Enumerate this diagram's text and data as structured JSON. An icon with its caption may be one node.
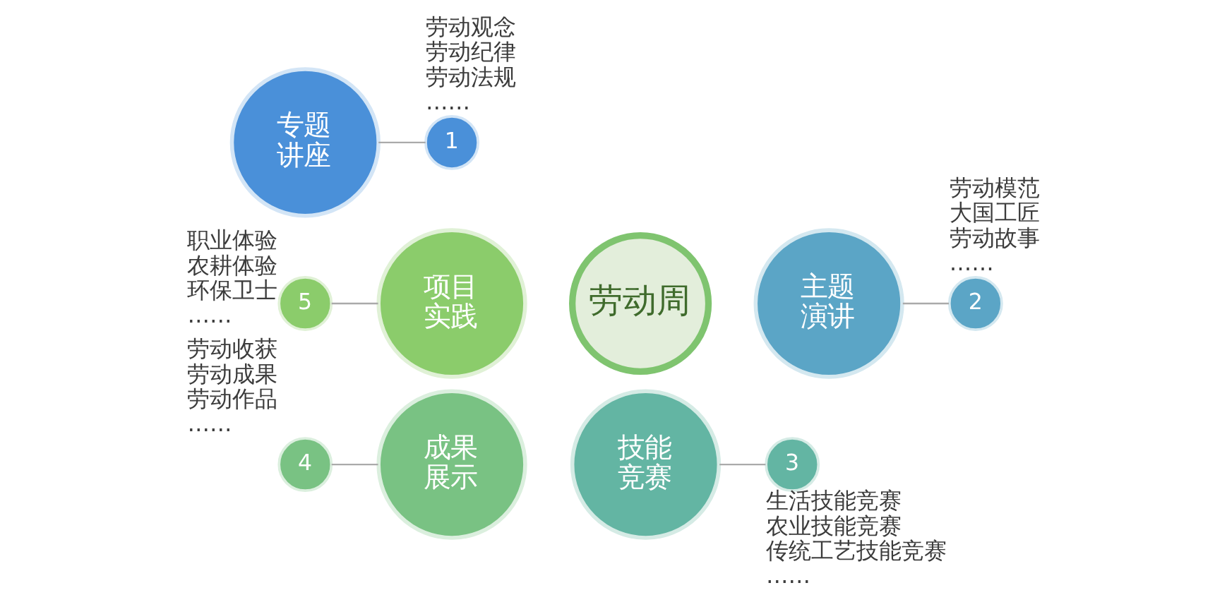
{
  "diagram": {
    "nodes": [
      {
        "text": [
          "专题讲座"
        ]
      },
      {
        "text": [
          "1"
        ],
        "beside": [
          "劳动观念",
          "劳动纪律",
          "劳动法规",
          "……"
        ]
      },
      {
        "text": [
          "5"
        ],
        "beside": [
          "职业体验",
          "农耕体验",
          "环保卫士",
          "……"
        ]
      },
      {
        "text": [
          "项目实践"
        ]
      },
      {
        "text": [
          "劳动周"
        ]
      },
      {
        "text": [
          "主题演讲"
        ]
      },
      {
        "text": [
          "2"
        ],
        "beside": [
          "劳动模范",
          "大国工匠",
          "劳动故事",
          "……"
        ]
      },
      {
        "text": [
          "4"
        ],
        "beside": [
          "劳动收获",
          "劳动成果",
          "劳动作品",
          "……"
        ]
      },
      {
        "text": [
          "成果展示"
        ]
      },
      {
        "text": [
          "技能竞赛"
        ]
      },
      {
        "text": [
          "3"
        ],
        "beside": [
          "生活技能竞赛",
          "农业技能竞赛",
          "传统工艺技能竞赛",
          "……"
        ]
      }
    ],
    "edges": [
      {
        "from": 0,
        "to": 1,
        "arrow": "none"
      },
      {
        "from": 2,
        "to": 3,
        "arrow": "none"
      },
      {
        "from": 5,
        "to": 6,
        "arrow": "none"
      },
      {
        "from": 7,
        "to": 8,
        "arrow": "none"
      },
      {
        "from": 9,
        "to": 10,
        "arrow": "none"
      }
    ]
  }
}
